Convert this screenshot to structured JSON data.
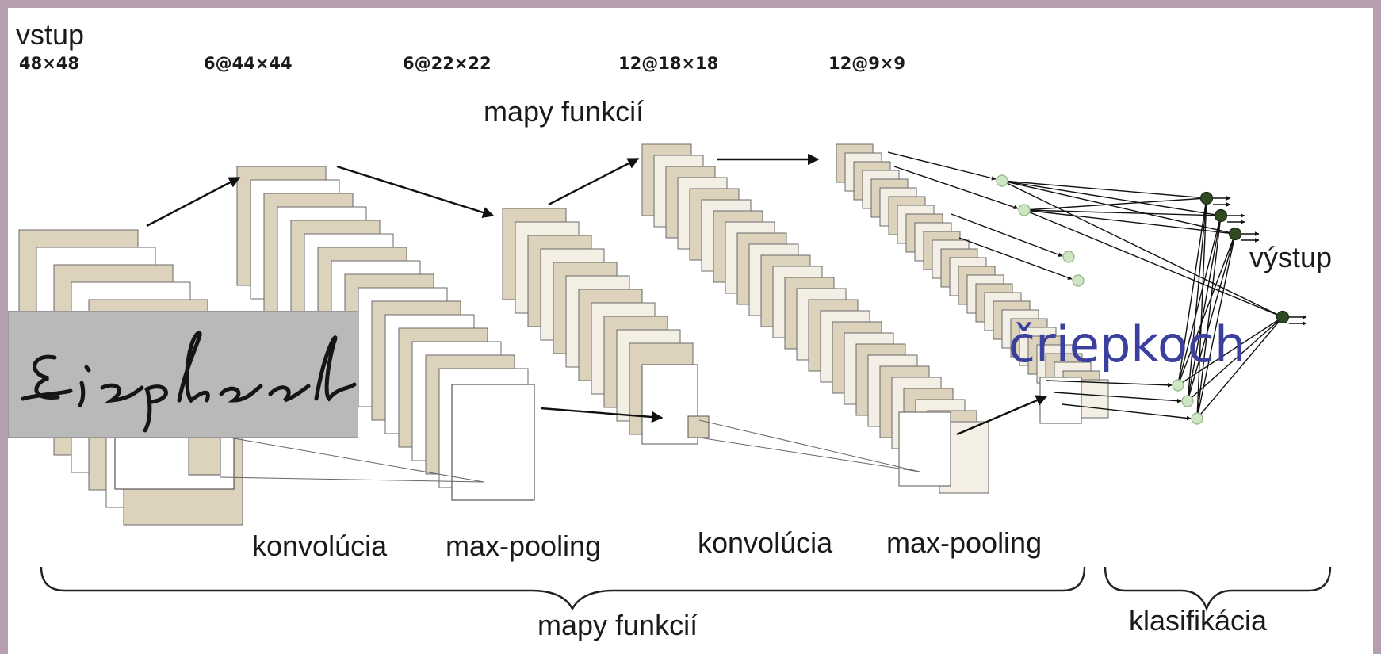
{
  "labels": {
    "input_title": "vstup",
    "input_size": "48×48",
    "conv1_size": "6@44×44",
    "pool1_size": "6@22×22",
    "conv2_size": "12@18×18",
    "pool2_size": "12@9×9",
    "feature_maps_top": "mapy funkcií",
    "output": "výstup",
    "recognized_word": "čriepkoch",
    "conv1_stage": "konvolúcia",
    "pool1_stage": "max-pooling",
    "conv2_stage": "konvolúcia",
    "pool2_stage": "max-pooling",
    "feature_maps_bottom": "mapy funkcií",
    "classification": "klasifikácia"
  },
  "input_image": {
    "description_icon": "handwritten-word-image"
  },
  "colors": {
    "border_frame": "#b79fb2",
    "map_fill_beige": "#ddd2bb",
    "map_fill_white": "#ffffff",
    "neuron_light": "#cfe6c4",
    "neuron_dark": "#2f4a22",
    "ocr_text": "#3b3f9e"
  }
}
